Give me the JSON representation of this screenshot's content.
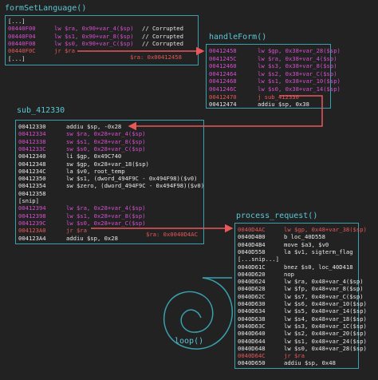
{
  "colors": {
    "background": "#222222",
    "title": "#5bc8d6",
    "box_border": "#3aa0ad",
    "addr_pink": "#d84fd0",
    "text_white": "#e8e8e8",
    "arrow_red": "#e8575a"
  },
  "blocks": {
    "formSetLanguage": {
      "title": "formSetLanguage()",
      "note": "$ra: 0x00412458",
      "rows": [
        {
          "addr": "[...]",
          "ins": "",
          "cmt": "",
          "color": "white"
        },
        {
          "addr": "00440F00",
          "ins": "lw $ra, 0x90+var_4($sp)",
          "cmt": "// Corrupted",
          "color": "pink"
        },
        {
          "addr": "00440F04",
          "ins": "lw $s1, 0x90+var_8($sp)",
          "cmt": "// Corrupted",
          "color": "pink"
        },
        {
          "addr": "00440F08",
          "ins": "lw $s0, 0x90+var_C($sp)",
          "cmt": "// Corrupted",
          "color": "pink"
        },
        {
          "addr": "00440F0C",
          "ins": "jr $ra",
          "cmt": "",
          "color": "red"
        },
        {
          "addr": "[...]",
          "ins": "",
          "cmt": "",
          "color": "white"
        }
      ]
    },
    "handleForm": {
      "title": "handleForm()",
      "rows": [
        {
          "addr": "00412458",
          "ins": "lw $gp, 0x38+var_28($sp)",
          "color": "pink"
        },
        {
          "addr": "0041245C",
          "ins": "lw $ra, 0x38+var_4($sp)",
          "color": "pink"
        },
        {
          "addr": "00412460",
          "ins": "lw $s3, 0x38+var_8($sp)",
          "color": "pink"
        },
        {
          "addr": "00412464",
          "ins": "lw $s2, 0x38+var_C($sp)",
          "color": "pink"
        },
        {
          "addr": "00412468",
          "ins": "lw $s1, 0x38+var_10($sp)",
          "color": "pink"
        },
        {
          "addr": "0041246C",
          "ins": "lw $s0, 0x38+var_14($sp)",
          "color": "pink"
        },
        {
          "addr": "00412470",
          "ins": "j sub_412330",
          "color": "red"
        },
        {
          "addr": "00412474",
          "ins": "addiu $sp, 0x38",
          "color": "white"
        }
      ]
    },
    "sub_412330": {
      "title": "sub_412330",
      "note": "$ra: 0x0040D4AC",
      "rows": [
        {
          "addr": "00412330",
          "ins": "addiu $sp, -0x28",
          "color": "white"
        },
        {
          "addr": "00412334",
          "ins": "sw $ra, 0x28+var_4($sp)",
          "color": "pink"
        },
        {
          "addr": "00412338",
          "ins": "sw $s1, 0x28+var_8($sp)",
          "color": "pink"
        },
        {
          "addr": "0041233C",
          "ins": "sw $s0, 0x28+var_C($sp)",
          "color": "pink"
        },
        {
          "addr": "00412340",
          "ins": "li $gp, 0x49C740",
          "color": "white"
        },
        {
          "addr": "00412348",
          "ins": "sw $gp, 0x28+var_18($sp)",
          "color": "white"
        },
        {
          "addr": "0041234C",
          "ins": "la $v0, root_temp",
          "color": "white"
        },
        {
          "addr": "00412350",
          "ins": "lw $s1, (dword_494F9C - 0x494F98)($v0)",
          "color": "white"
        },
        {
          "addr": "00412354",
          "ins": "sw $zero, (dword_494F9C - 0x494F98)($v0)",
          "color": "white"
        },
        {
          "addr": "00412358",
          "ins": "",
          "color": "white"
        },
        {
          "addr": "[snip]",
          "ins": "",
          "color": "white"
        },
        {
          "addr": "00412394",
          "ins": "lw $ra, 0x28+var_4($sp)",
          "color": "pink"
        },
        {
          "addr": "00412398",
          "ins": "lw $s1, 0x28+var_8($sp)",
          "color": "pink"
        },
        {
          "addr": "0041239C",
          "ins": "lw $s0, 0x28+var_C($sp)",
          "color": "pink"
        },
        {
          "addr": "004123A0",
          "ins": "jr $ra",
          "color": "red"
        },
        {
          "addr": "004123A4",
          "ins": "addiu $sp, 0x28",
          "color": "white"
        }
      ]
    },
    "process_request": {
      "title": "process_request()",
      "rows": [
        {
          "addr": "0040D4AC",
          "ins": "lw $gp, 0x48+var_38($sp)",
          "color": "red"
        },
        {
          "addr": "0040D4B0",
          "ins": "b loc_40D558",
          "color": "white"
        },
        {
          "addr": "0040D4B4",
          "ins": "move $a3, $v0",
          "color": "white"
        },
        {
          "addr": "0040D558",
          "ins": "la $v1, sigterm_flag",
          "color": "white"
        },
        {
          "addr": "[...snip...]",
          "ins": "",
          "color": "white"
        },
        {
          "addr": "0040D61C",
          "ins": "bnez $s0, loc_40D418",
          "color": "white"
        },
        {
          "addr": "0040D620",
          "ins": "nop",
          "color": "white"
        },
        {
          "addr": "0040D624",
          "ins": "lw $ra, 0x48+var_4($sp)",
          "color": "white"
        },
        {
          "addr": "0040D628",
          "ins": "lw $fp, 0x48+var_8($sp)",
          "color": "white"
        },
        {
          "addr": "0040D62C",
          "ins": "lw $s7, 0x48+var_C($sp)",
          "color": "white"
        },
        {
          "addr": "0040D630",
          "ins": "lw $s6, 0x48+var_10($sp)",
          "color": "white"
        },
        {
          "addr": "0040D634",
          "ins": "lw $s5, 0x48+var_14($sp)",
          "color": "white"
        },
        {
          "addr": "0040D638",
          "ins": "lw $s4, 0x48+var_18($sp)",
          "color": "white"
        },
        {
          "addr": "0040D63C",
          "ins": "lw $s3, 0x48+var_1C($sp)",
          "color": "white"
        },
        {
          "addr": "0040D640",
          "ins": "lw $s2, 0x48+var_20($sp)",
          "color": "white"
        },
        {
          "addr": "0040D644",
          "ins": "lw $s1, 0x48+var_24($sp)",
          "color": "white"
        },
        {
          "addr": "0040D648",
          "ins": "lw $s0, 0x48+var_28($sp)",
          "color": "white"
        },
        {
          "addr": "0040D64C",
          "ins": "jr $ra",
          "color": "red"
        },
        {
          "addr": "0040D650",
          "ins": "addiu $sp, 0x48",
          "color": "white"
        }
      ]
    },
    "loop": {
      "title": "loop()"
    }
  }
}
